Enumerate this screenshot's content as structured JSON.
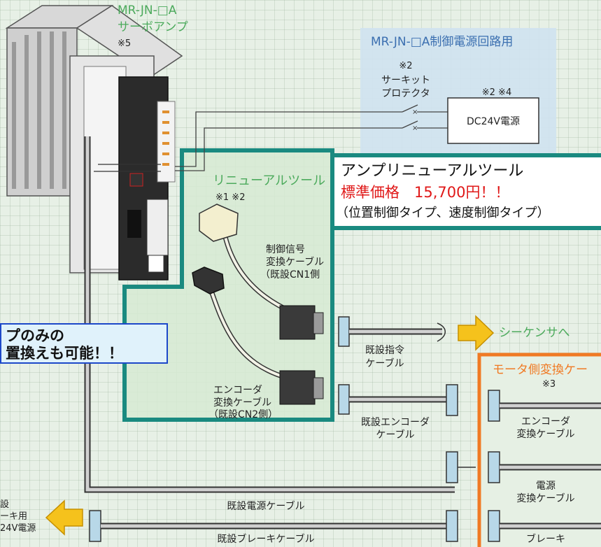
{
  "amp": {
    "model": "MR-JN-□A",
    "name": "サーボアンプ",
    "note": "※5"
  },
  "control_power": {
    "title": "MR-JN-□A制御電源回路用",
    "breaker_note": "※2",
    "breaker_line1": "サーキット",
    "breaker_line2": "プロテクタ",
    "psu_note": "※2 ※4",
    "psu_label": "DC24V電源"
  },
  "tool": {
    "title": "リニューアルツール",
    "notes": "※1 ※2",
    "control_cable_line1": "制御信号",
    "control_cable_line2": "変換ケーブル",
    "control_cable_line3": "（既設CN1側",
    "encoder_cable_line1": "エンコーダ",
    "encoder_cable_line2": "変換ケーブル",
    "encoder_cable_line3": "（既設CN2側）"
  },
  "price": {
    "title": "アンプリニューアルツール",
    "price_line": "標準価格　15,700円！！",
    "types": "（位置制御タイプ、速度制御タイプ）"
  },
  "callout": {
    "line1": "プのみの",
    "line2": "置換えも可能！！"
  },
  "sequencer_label": "シーケンサへ",
  "existing_cables": {
    "command_line1": "既設指令",
    "command_line2": "ケーブル",
    "encoder_line1": "既設エンコーダ",
    "encoder_line2": "ケーブル",
    "power": "既設電源ケーブル",
    "brake": "既設ブレーキケーブル"
  },
  "motor_side": {
    "title": "モータ側変換ケー",
    "note": "※3",
    "encoder_line1": "エンコーダ",
    "encoder_line2": "変換ケーブル",
    "power_line1": "電源",
    "power_line2": "変換ケーブル",
    "brake_line1": "ブレーキ"
  },
  "brake_psu": {
    "line1": "設",
    "line2": "ーキ用",
    "line3": "24V電源"
  },
  "colors": {
    "teal": "#1a8a80",
    "orange": "#f07a24",
    "green_label": "#4caa5c",
    "blue_panel": "#cfe2f0",
    "red_price": "#e01818",
    "arrow_yellow": "#f5c21c"
  }
}
